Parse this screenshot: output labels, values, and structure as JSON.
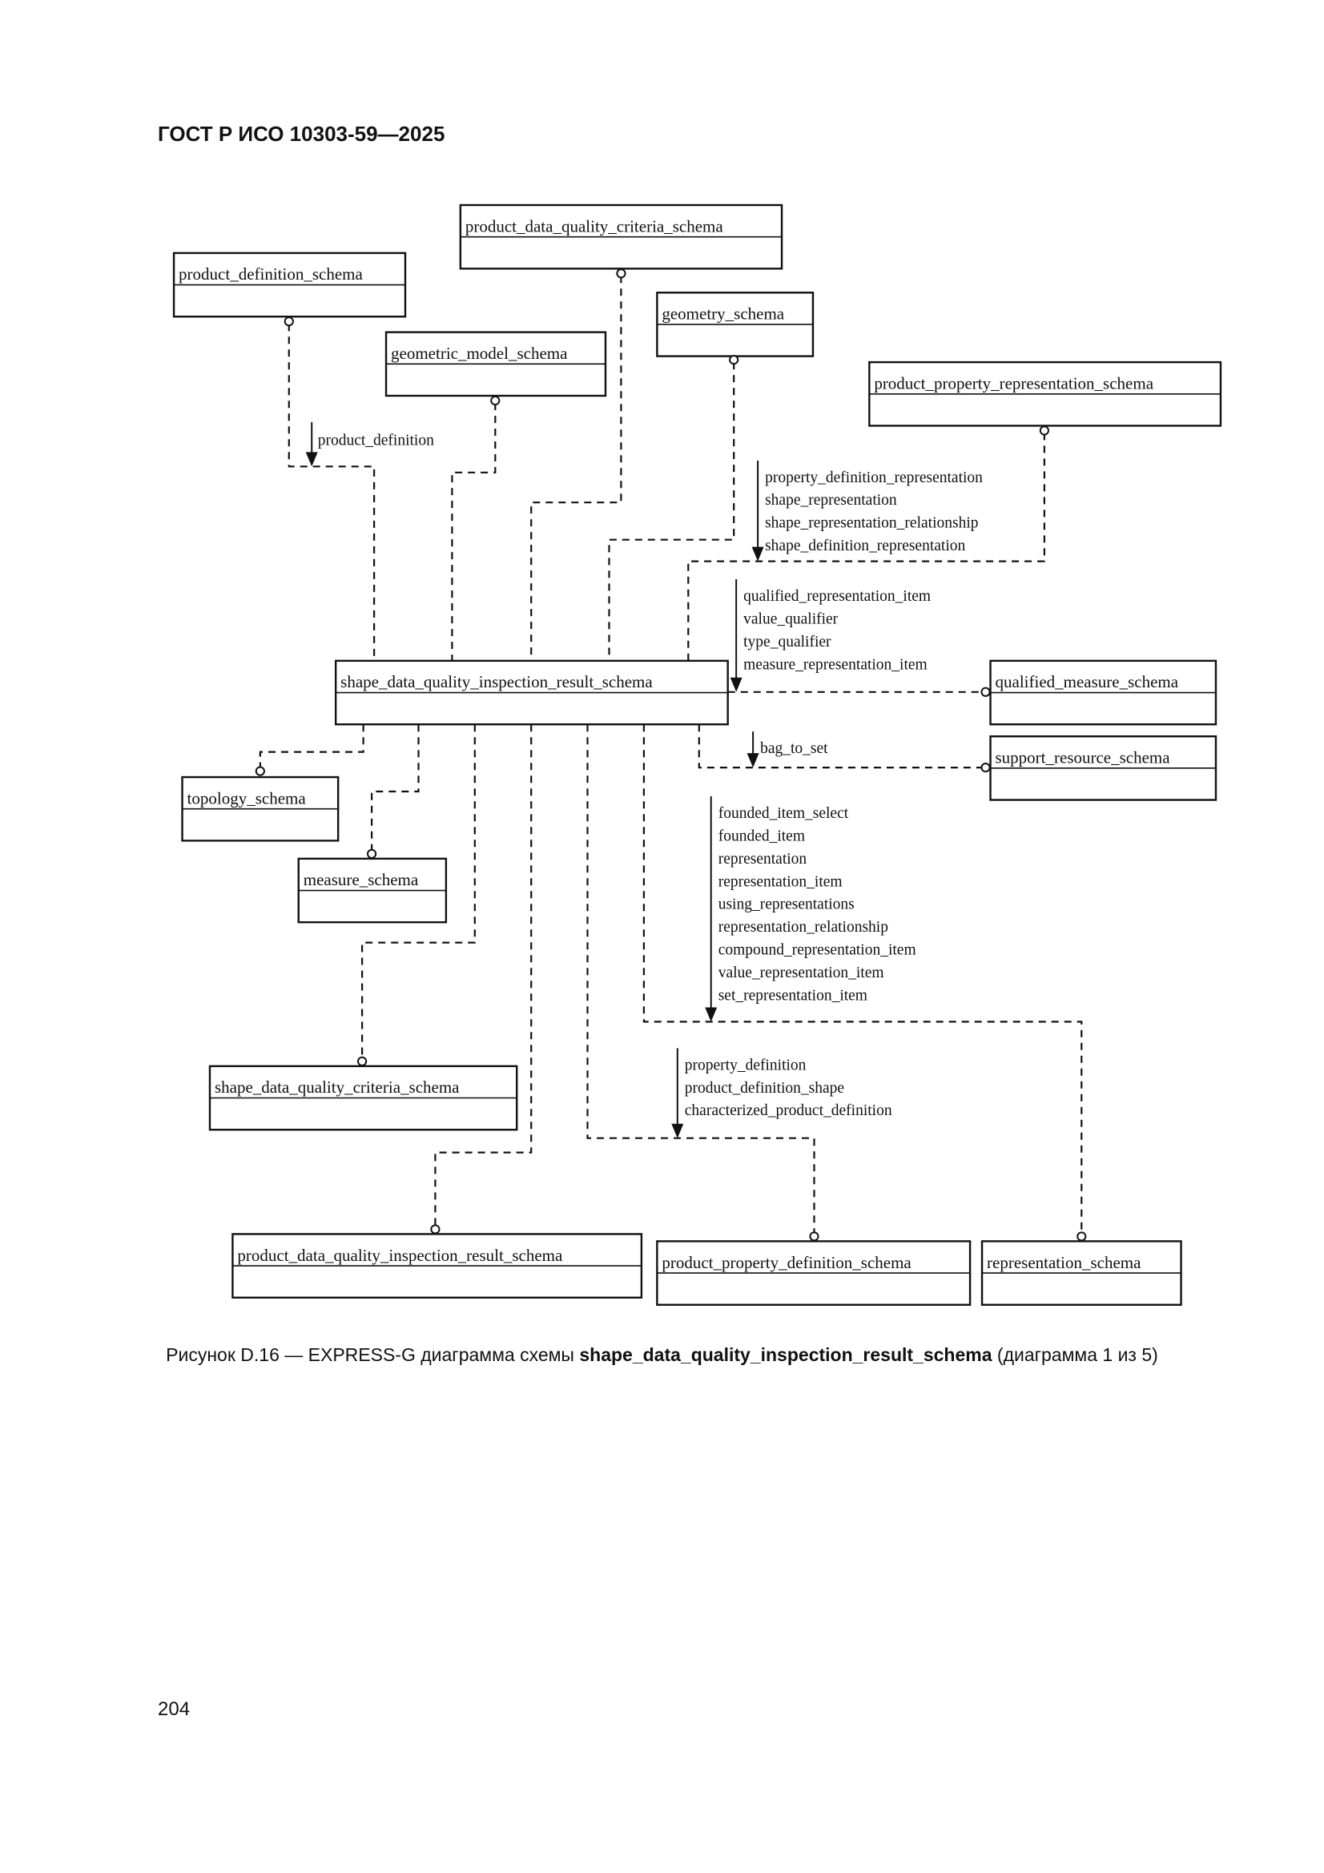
{
  "header": {
    "title": "ГОСТ Р ИСО 10303-59—2025"
  },
  "diagram": {
    "boxes": [
      {
        "id": "product_data_quality_criteria_schema",
        "label": "product_data_quality_criteria_schema"
      },
      {
        "id": "product_definition_schema",
        "label": "product_definition_schema"
      },
      {
        "id": "geometry_schema",
        "label": "geometry_schema"
      },
      {
        "id": "geometric_model_schema",
        "label": "geometric_model_schema"
      },
      {
        "id": "product_property_representation_schema",
        "label": "product_property_representation_schema"
      },
      {
        "id": "shape_data_quality_inspection_result_schema",
        "label": "shape_data_quality_inspection_result_schema"
      },
      {
        "id": "qualified_measure_schema",
        "label": "qualified_measure_schema"
      },
      {
        "id": "support_resource_schema",
        "label": "support_resource_schema"
      },
      {
        "id": "topology_schema",
        "label": "topology_schema"
      },
      {
        "id": "measure_schema",
        "label": "measure_schema"
      },
      {
        "id": "shape_data_quality_criteria_schema",
        "label": "shape_data_quality_criteria_schema"
      },
      {
        "id": "product_data_quality_inspection_result_schema",
        "label": "product_data_quality_inspection_result_schema"
      },
      {
        "id": "product_property_definition_schema",
        "label": "product_property_definition_schema"
      },
      {
        "id": "representation_schema",
        "label": "representation_schema"
      }
    ],
    "references": [
      {
        "id": "from_product_definition_schema",
        "items": [
          "product_definition"
        ]
      },
      {
        "id": "from_product_property_representation_schema",
        "items": [
          "property_definition_representation",
          "shape_representation",
          "shape_representation_relationship",
          "shape_definition_representation"
        ]
      },
      {
        "id": "from_qualified_measure_schema",
        "items": [
          "qualified_representation_item",
          "value_qualifier",
          "type_qualifier",
          "measure_representation_item"
        ]
      },
      {
        "id": "from_support_resource_schema",
        "items": [
          "bag_to_set"
        ]
      },
      {
        "id": "from_representation_schema",
        "items": [
          "founded_item_select",
          "founded_item",
          "representation",
          "representation_item",
          "using_representations",
          "representation_relationship",
          "compound_representation_item",
          "value_representation_item",
          "set_representation_item"
        ]
      },
      {
        "id": "from_product_property_definition_schema",
        "items": [
          "property_definition",
          "product_definition_shape",
          "characterized_product_definition"
        ]
      }
    ]
  },
  "caption": {
    "prefix": "Рисунок D.16 — EXPRESS-G диаграмма схемы ",
    "schema": "shape_data_quality_inspection_result_schema",
    "suffix": " (диаграмма 1 из 5)"
  },
  "page_number": "204"
}
